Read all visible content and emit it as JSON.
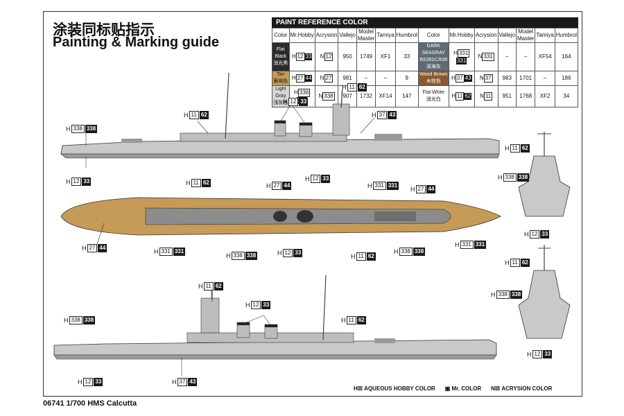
{
  "title_cn": "涂装同标贴指示",
  "title_en": "Painting & Marking guide",
  "paint_reference": {
    "header": "PAINT  REFERENCE COLOR",
    "columns": [
      "Color",
      "Mr.Hobby",
      "Acrysion",
      "Vallejo",
      "Model Master",
      "Tamiya",
      "Humbrol"
    ],
    "left_rows": [
      {
        "name": "Flat Black",
        "cn": "消光黑",
        "mrhobby": "12",
        "mrhobby2": "33",
        "acrysion": "12",
        "vallejo": "950",
        "model_master": "1749",
        "tamiya": "XF1",
        "humbrol": "33",
        "swatch": "#2b2b2b"
      },
      {
        "name": "Tan",
        "cn": "黄褐色",
        "mrhobby": "27",
        "mrhobby2": "44",
        "acrysion": "27",
        "vallejo": "981",
        "model_master": "–",
        "tamiya": "–",
        "humbrol": "9",
        "swatch": "#c69a57"
      },
      {
        "name": "Light Gray",
        "cn": "浅灰色",
        "mrhobby": "338",
        "mrhobby2": "338",
        "acrysion": "338",
        "vallejo": "907",
        "model_master": "1732",
        "tamiya": "XF14",
        "humbrol": "147",
        "swatch": "#d6d6d6"
      }
    ],
    "right_rows": [
      {
        "name": "DARK SEAGRAY BS381C/638",
        "cn": "深海灰",
        "mrhobby": "331",
        "mrhobby2": "331",
        "acrysion": "331",
        "vallejo": "–",
        "model_master": "–",
        "tamiya": "XF54",
        "humbrol": "164",
        "swatch": "#5f6a72"
      },
      {
        "name": "Wood Brown",
        "cn": "木棕色",
        "mrhobby": "37",
        "mrhobby2": "43",
        "acrysion": "37",
        "vallejo": "983",
        "model_master": "1701",
        "tamiya": "–",
        "humbrol": "186",
        "swatch": "#8a5a2e"
      },
      {
        "name": "Flat White",
        "cn": "消光白",
        "mrhobby": "11",
        "mrhobby2": "62",
        "acrysion": "11",
        "vallejo": "951",
        "model_master": "1768",
        "tamiya": "XF2",
        "humbrol": "34",
        "swatch": "#ffffff"
      }
    ],
    "prefix_h": "H",
    "prefix_n": "N"
  },
  "callouts": [
    {
      "h": "11",
      "b": "62"
    },
    {
      "h": "12",
      "b": "33"
    },
    {
      "h": "37",
      "b": "43"
    },
    {
      "h": "338",
      "b": "338"
    },
    {
      "h": "11",
      "b": "62"
    },
    {
      "h": "12",
      "b": "33"
    },
    {
      "h": "11",
      "b": "62"
    },
    {
      "h": "27",
      "b": "44"
    },
    {
      "h": "12",
      "b": "33"
    },
    {
      "h": "331",
      "b": "331"
    },
    {
      "h": "27",
      "b": "44"
    },
    {
      "h": "27",
      "b": "44"
    },
    {
      "h": "331",
      "b": "331"
    },
    {
      "h": "338",
      "b": "338"
    },
    {
      "h": "12",
      "b": "33"
    },
    {
      "h": "11",
      "b": "62"
    },
    {
      "h": "338",
      "b": "338"
    },
    {
      "h": "331",
      "b": "331"
    },
    {
      "h": "11",
      "b": "62"
    },
    {
      "h": "338",
      "b": "338"
    },
    {
      "h": "12",
      "b": "33"
    },
    {
      "h": "11",
      "b": "62"
    },
    {
      "h": "338",
      "b": "338"
    },
    {
      "h": "12",
      "b": "33"
    },
    {
      "h": "11",
      "b": "62"
    },
    {
      "h": "12",
      "b": "33"
    },
    {
      "h": "11",
      "b": "62"
    },
    {
      "h": "338",
      "b": "338"
    },
    {
      "h": "12",
      "b": "33"
    },
    {
      "h": "37",
      "b": "43"
    }
  ],
  "legend": {
    "aqueous": "AQUEOUS HOBBY COLOR",
    "mr": "Mr. COLOR",
    "acrysion": "ACRYSION COLOR"
  },
  "footer": "06741 1/700 HMS Calcutta",
  "colors": {
    "hull_gray": "#c9c9c9",
    "deck_tan": "#c69a57",
    "dark_gray": "#6e6e6e"
  }
}
